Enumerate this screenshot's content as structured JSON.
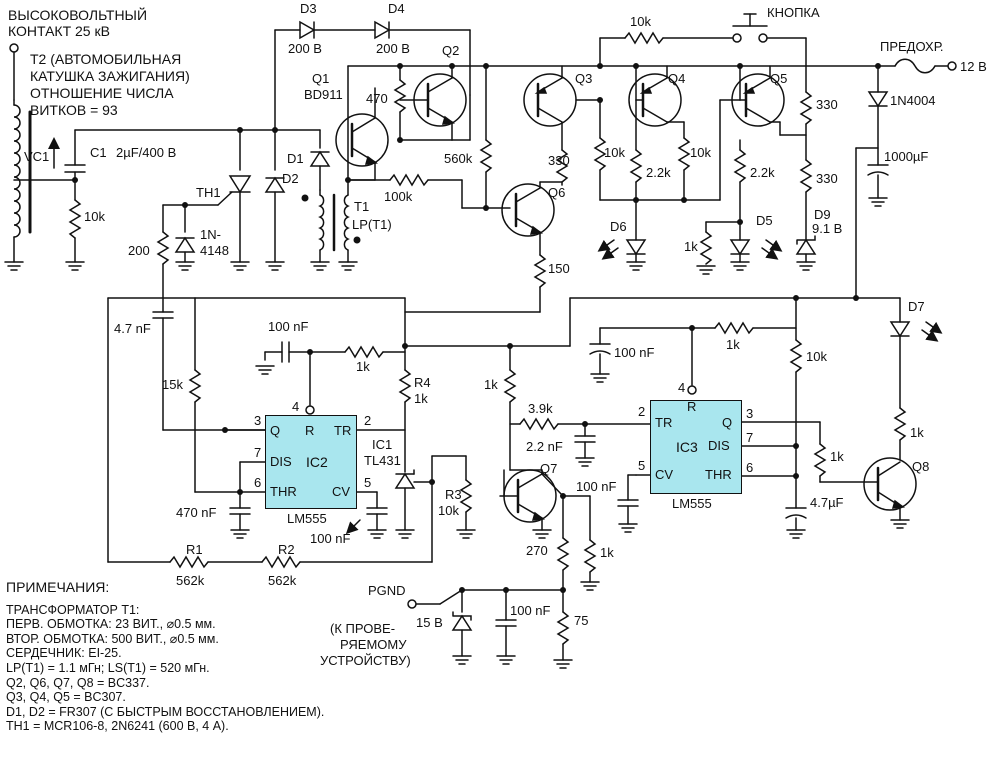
{
  "top_left": {
    "hv_contact_line1": "ВЫСОКОВОЛЬТНЫЙ",
    "hv_contact_line2": "КОНТАКТ 25 кВ",
    "t2_line1": "T2 (АВТОМОБИЛЬНАЯ",
    "t2_line2": "КАТУШКА ЗАЖИГАНИЯ)",
    "t2_line3": "ОТНОШЕНИЕ ЧИСЛА",
    "t2_line4": "ВИТКОВ = 93"
  },
  "labels": {
    "vc1": "VC1",
    "c1": "C1",
    "c1_value": "2µF/400 В",
    "r_10k_left": "10k",
    "th1": "TH1",
    "d2": "D2",
    "d1": "D1",
    "d3": "D3",
    "d3_value": "200 В",
    "d4": "D4",
    "d4_value": "200 В",
    "q1": "Q1",
    "q1_type": "BD911",
    "r470": "470",
    "q2": "Q2",
    "r560k": "560k",
    "r330_q6": "330",
    "q6": "Q6",
    "r100k": "100k",
    "t1": "T1",
    "lp_t1": "LP(T1)",
    "r150": "150",
    "d_1n4148_a": "1N-",
    "d_1n4148_b": "4148",
    "r200": "200",
    "c47nf": "4.7 nF",
    "r15k": "15k",
    "r10k_btn": "10k",
    "button": "КНОПКА",
    "fuse": "ПРЕДОХР.",
    "v12": "12 В",
    "q3": "Q3",
    "q4": "Q4",
    "q5": "Q5",
    "r330_a": "330",
    "r330_b": "330",
    "d_1n4004": "1N4004",
    "c1000uf": "1000µF",
    "r10k_q3": "10k",
    "r10k_q4": "10k",
    "r22k_a": "2.2k",
    "r22k_b": "2.2k",
    "d6": "D6",
    "d5": "D5",
    "r1k_d5": "1k",
    "d9": "D9",
    "d9_value": "9.1 В",
    "d7": "D7",
    "c100nf_ic2": "100 nF",
    "r1k_ic2": "1k",
    "r4": "R4",
    "r4_value": "1k",
    "ic1": "IC1",
    "ic1_type": "TL431",
    "r3": "R3",
    "r3_value": "10k",
    "c470nf": "470 nF",
    "c100nf_cv2": "100 nF",
    "r1": "R1",
    "r1_value": "562k",
    "r2": "R2",
    "r2_value": "562k",
    "r1k_tr3": "1k",
    "r39k": "3.9k",
    "c22nf": "2.2 nF",
    "q7": "Q7",
    "c100nf_cv3": "100 nF",
    "r270": "270",
    "r1k_q7": "1k",
    "c100nf_ic3": "100 nF",
    "r1k_ic3top": "1k",
    "r10k_ic3": "10k",
    "r1k_q8": "1k",
    "c47uf": "4.7µF",
    "r1k_d7": "1k",
    "q8": "Q8",
    "pgnd": "PGND",
    "dut_line1": "(К ПРОВЕ-",
    "dut_line2": "РЯЕМОМУ",
    "dut_line3": "УСТРОЙСТВУ)",
    "z15v": "15 В",
    "c100nf_pg": "100 nF",
    "r75": "75"
  },
  "ic2": {
    "name": "IC2",
    "type": "LM555",
    "pin_q": "Q",
    "pin_r": "R",
    "pin_tr": "TR",
    "pin_dis": "DIS",
    "pin_thr": "THR",
    "pin_cv": "CV",
    "num_3": "3",
    "num_4": "4",
    "num_2": "2",
    "num_7": "7",
    "num_6": "6",
    "num_5": "5"
  },
  "ic3": {
    "name": "IC3",
    "type": "LM555",
    "pin_tr": "TR",
    "pin_r": "R",
    "pin_q": "Q",
    "pin_dis": "DIS",
    "pin_cv": "CV",
    "pin_thr": "THR",
    "num_2": "2",
    "num_4": "4",
    "num_3": "3",
    "num_7": "7",
    "num_5": "5",
    "num_6": "6"
  },
  "notes": {
    "heading": "ПРИМЕЧАНИЯ:",
    "lines": [
      "ТРАНСФОРМАТОР T1:",
      "ПЕРВ. ОБМОТКА: 23 ВИТ., ⌀0.5 мм.",
      "ВТОР. ОБМОТКА: 500 ВИТ., ⌀0.5 мм.",
      "СЕРДЕЧНИК: EI-25.",
      "LP(T1) = 1.1 мГн; LS(T1) = 520 мГн.",
      "Q2, Q6, Q7, Q8 = BC337.",
      "Q3, Q4, Q5 = BC307.",
      "D1, D2 = FR307 (С БЫСТРЫМ ВОССТАНОВЛЕНИЕМ).",
      "TH1 = MCR106-8, 2N6241 (600 В, 4 А)."
    ]
  },
  "colors": {
    "ink": "#111111",
    "ic_fill": "#a9e6ee"
  }
}
